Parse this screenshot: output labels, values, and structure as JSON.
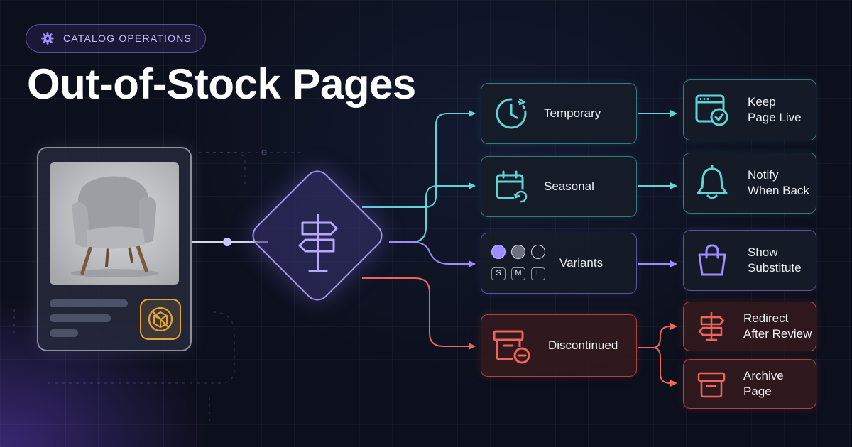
{
  "badge": {
    "text": "CATALOG OPERATIONS",
    "icon": "gear-icon"
  },
  "title": "Out-of-Stock Pages",
  "product": {
    "status_icon": "out-of-stock-box-icon"
  },
  "decision": {
    "icon": "signpost-icon"
  },
  "scenarios": [
    {
      "label": "Temporary",
      "icon": "clock-icon",
      "color": "#5fd4d6"
    },
    {
      "label": "Seasonal",
      "icon": "calendar-refresh-icon",
      "color": "#5fd4d6"
    },
    {
      "label": "Variants",
      "icon": "swatch-icon",
      "color": "#9f8cff",
      "sizes": [
        "S",
        "M",
        "L"
      ]
    },
    {
      "label": "Discontinued",
      "icon": "archive-minus-icon",
      "color": "#f0645a"
    }
  ],
  "actions": [
    {
      "line1": "Keep",
      "line2": "Page Live",
      "icon": "browser-check-icon"
    },
    {
      "line1": "Notify",
      "line2": "When Back",
      "icon": "bell-icon"
    },
    {
      "line1": "Show",
      "line2": "Substitute",
      "icon": "shopping-bag-icon"
    },
    {
      "line1": "Redirect",
      "line2": "After Review",
      "icon": "signpost-icon"
    },
    {
      "line1": "Archive",
      "line2": "Page",
      "icon": "archive-box-icon"
    }
  ],
  "colors": {
    "teal": "#5fd4d6",
    "violet": "#9f8cff",
    "red": "#f0645a",
    "gold": "#e2a43a",
    "background": "#0c0f1c"
  }
}
